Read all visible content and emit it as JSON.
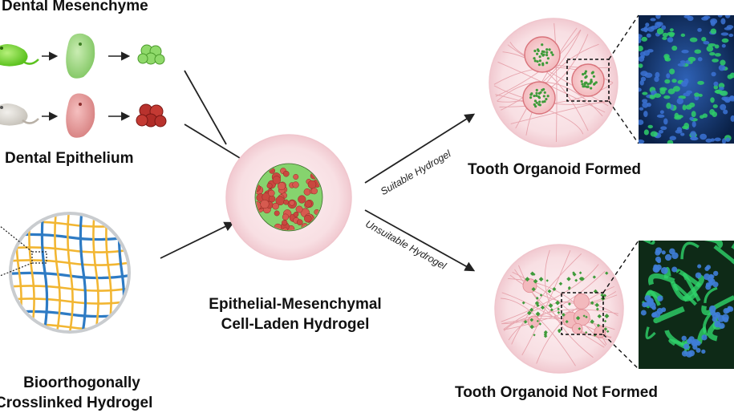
{
  "labels": {
    "dental_mesenchyme": "Dental Mesenchyme",
    "dental_epithelium": "Dental Epithelium",
    "hydrogel_line1": "Bioorthogonally",
    "hydrogel_line2": "Crosslinked Hydrogel",
    "laden_line1": "Epithelial-Mesenchymal",
    "laden_line2": "Cell-Laden Hydrogel",
    "suitable": "Suitable Hydrogel",
    "unsuitable": "Unsuitable Hydrogel",
    "formed": "Tooth Organoid Formed",
    "not_formed": "Tooth Organoid Not Formed"
  },
  "colors": {
    "mesenchyme_green": "#7ed957",
    "epithelium_red": "#c0392b",
    "gel_blue": "#2e7bc4",
    "gel_yellow": "#f2b632",
    "dish_pink": "#f8dfe3",
    "fluorescence_green": "#1fae4b",
    "nuclei_blue": "#1e4fa0"
  },
  "icons": [
    "mouse-icon",
    "embryo-icon",
    "cell-cluster-icon",
    "hydrogel-mesh-icon",
    "organoid-dish-icon",
    "fluorescence-micrograph"
  ]
}
